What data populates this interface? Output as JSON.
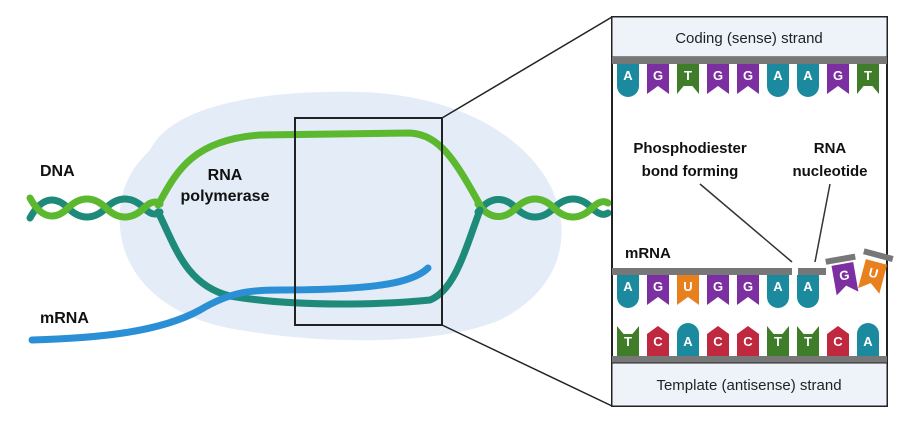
{
  "labels": {
    "dna": "DNA",
    "rna_polymerase_line1": "RNA",
    "rna_polymerase_line2": "polymerase",
    "mrna_left": "mRNA",
    "mrna_panel": "mRNA",
    "coding_strand": "Coding (sense) strand",
    "template_strand": "Template (antisense) strand",
    "phosphodiester_line1": "Phosphodiester",
    "phosphodiester_line2": "bond forming",
    "rna_nucleotide_line1": "RNA",
    "rna_nucleotide_line2": "nucleotide"
  },
  "coding_bases": [
    "A",
    "G",
    "T",
    "G",
    "G",
    "A",
    "A",
    "G",
    "T"
  ],
  "mrna_bases": [
    "A",
    "G",
    "U",
    "G",
    "G",
    "A",
    "A"
  ],
  "incoming_bases": [
    "G",
    "U"
  ],
  "template_bases": [
    "T",
    "C",
    "A",
    "C",
    "C",
    "T",
    "T",
    "C",
    "A"
  ],
  "colors": {
    "A": "#1b8a9e",
    "G": "#7b2fa0",
    "T": "#3f7d2b",
    "U": "#e8801e",
    "C": "#c0283f",
    "dna_green": "#5cb82e",
    "dna_teal": "#1e8a7a",
    "mrna_blue": "#2b8fd6",
    "polymerase_bg": "#e3ecf7",
    "panel_bg": "#eef3fa"
  }
}
